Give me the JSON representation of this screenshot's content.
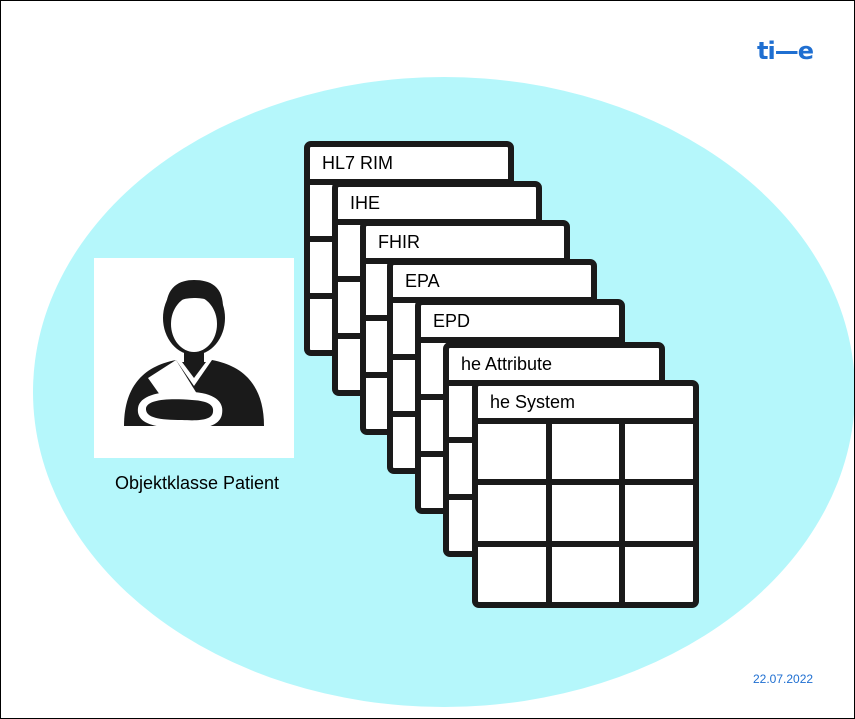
{
  "logo": {
    "text": "ti—e",
    "color": "#1f6fd1"
  },
  "background": {
    "ellipse_color": "#b5f7fb"
  },
  "patient": {
    "icon": "patient-arm-sling-icon",
    "label": "Objektklasse Patient"
  },
  "cards": [
    {
      "title": "HL7 RIM"
    },
    {
      "title": "IHE"
    },
    {
      "title": "FHIR"
    },
    {
      "title": "EPA"
    },
    {
      "title": "EPD"
    },
    {
      "title": "he Attribute"
    },
    {
      "title": "he System"
    }
  ],
  "footer": {
    "date": "22.07.2022"
  }
}
